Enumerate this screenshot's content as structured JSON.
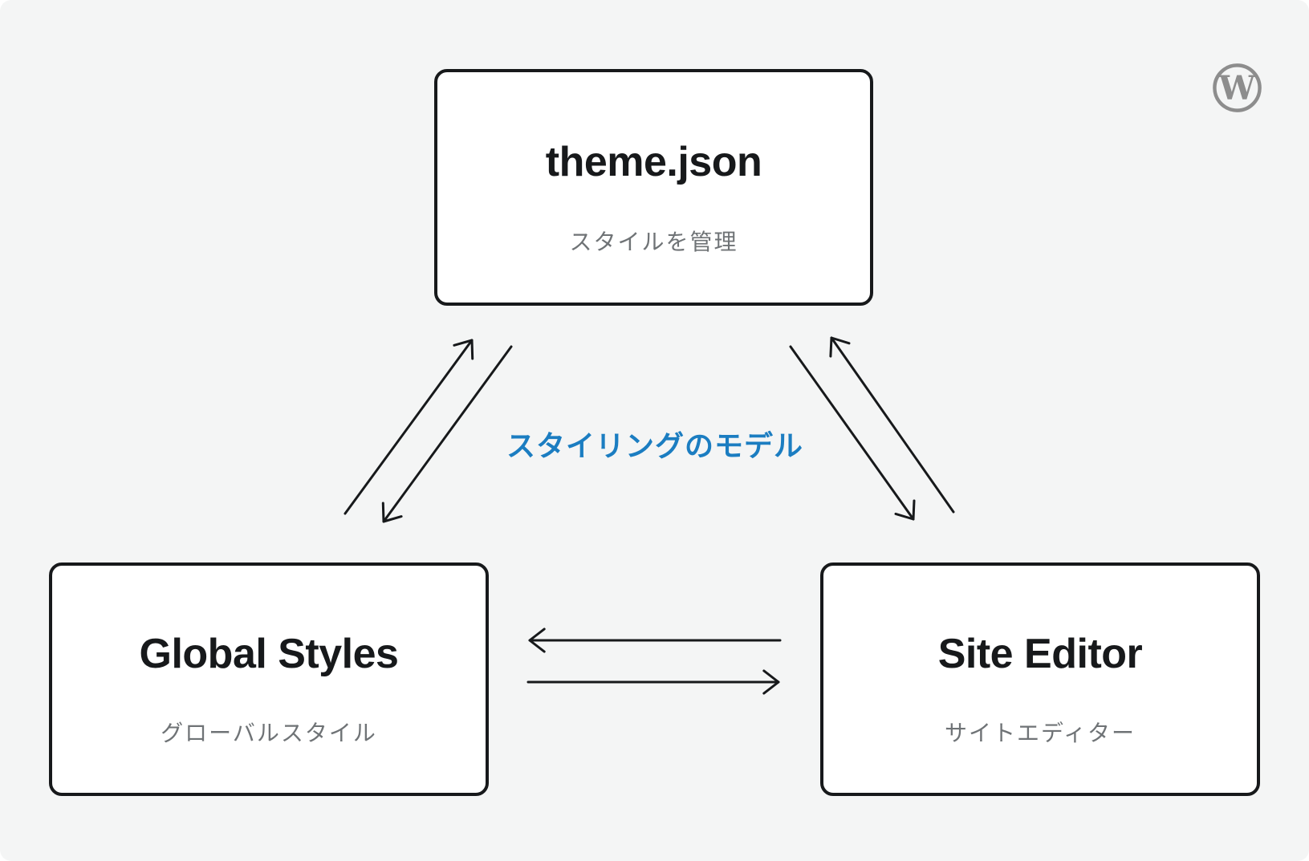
{
  "colors": {
    "canvas_bg": "#f4f5f5",
    "box_bg": "#ffffff",
    "line": "#17191b",
    "title": "#17191b",
    "subtitle": "#6f7376",
    "accent_blue": "#1b7dc1",
    "logo_gray": "#8d8d8d"
  },
  "center_label": "スタイリングのモデル",
  "nodes": {
    "theme_json": {
      "title": "theme.json",
      "subtitle": "スタイルを管理"
    },
    "global_styles": {
      "title": "Global Styles",
      "subtitle": "グローバルスタイル"
    },
    "site_editor": {
      "title": "Site Editor",
      "subtitle": "サイトエディター"
    }
  },
  "logo": {
    "letter": "W"
  }
}
